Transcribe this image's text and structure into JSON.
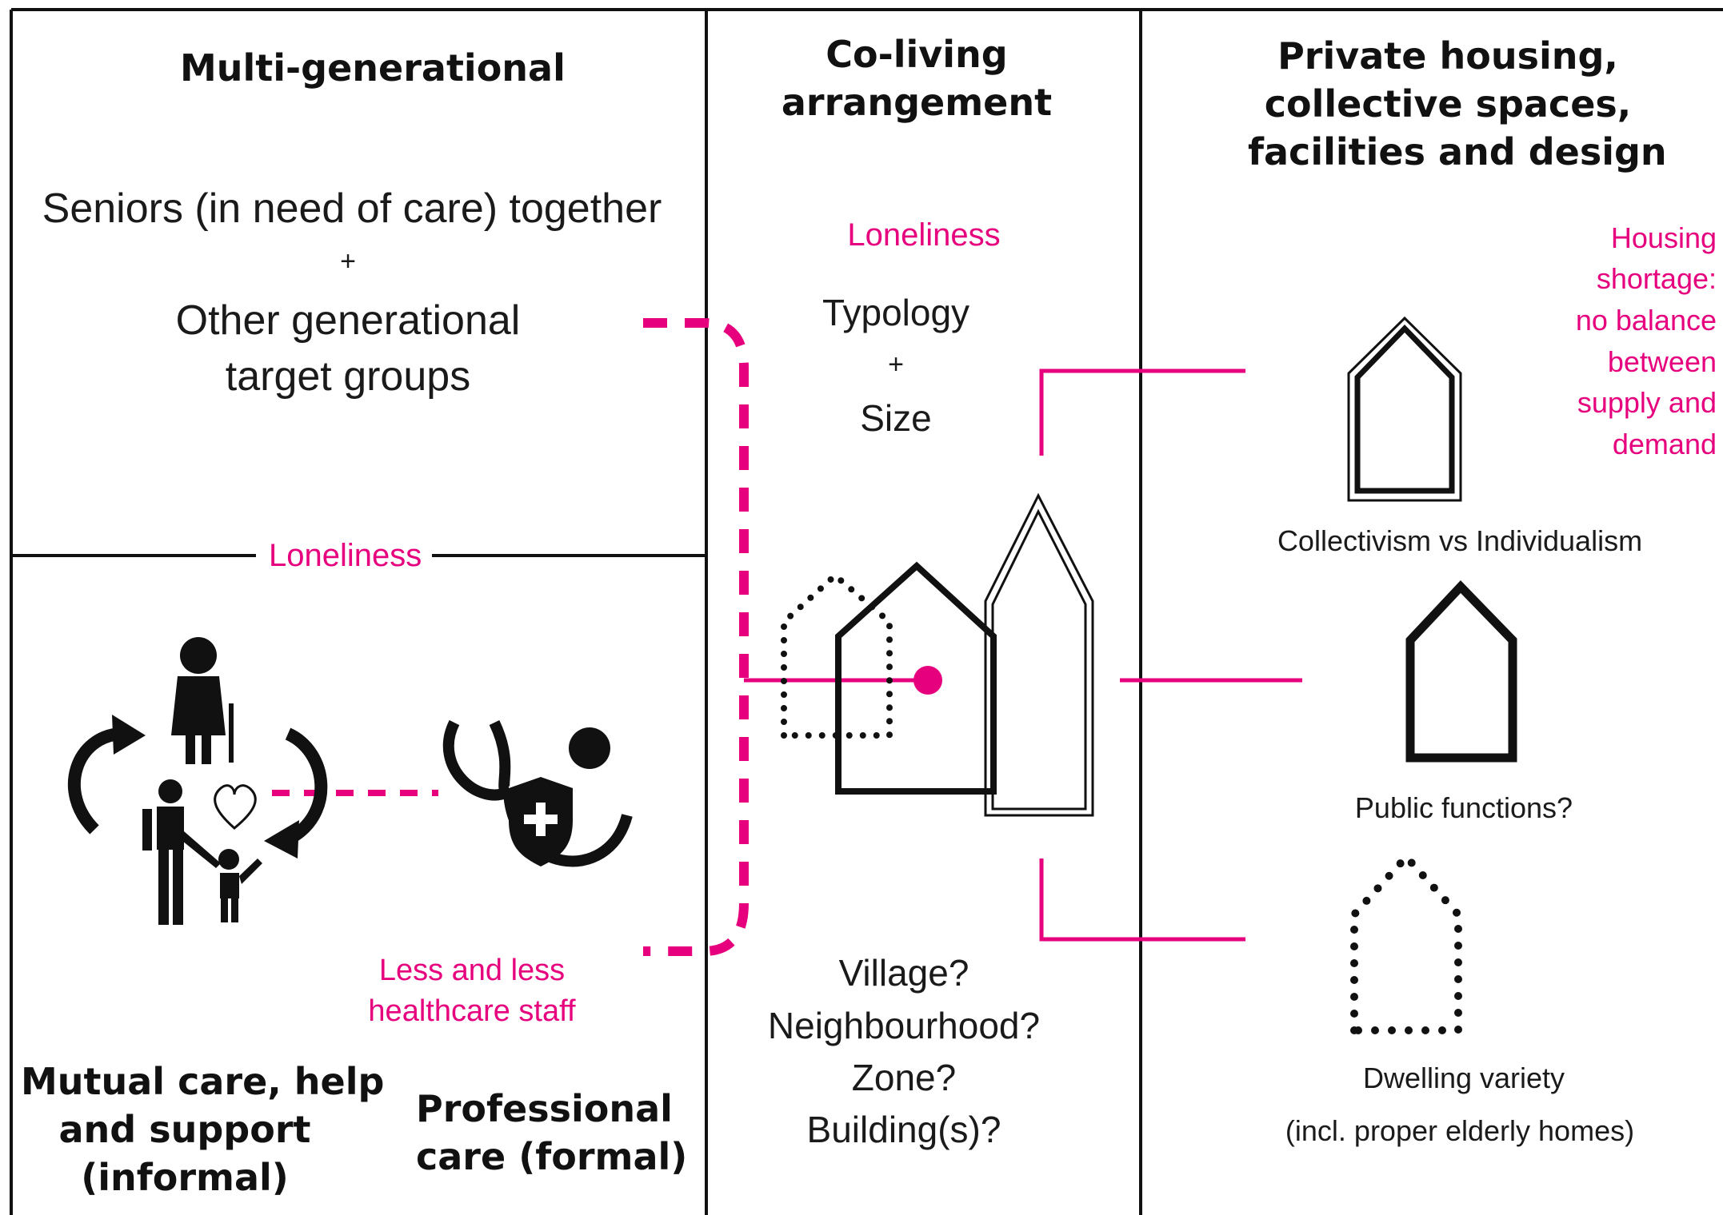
{
  "colors": {
    "accent": "#e6007e",
    "ink": "#111111",
    "background": "#ffffff"
  },
  "column1": {
    "heading": "Multi-generational",
    "line1": "Seniors (in need of care) together",
    "plus": "+",
    "line2": "Other generational",
    "line3": "target groups",
    "loneliness": "Loneliness",
    "staff_line1": "Less and less",
    "staff_line2": "healthcare staff",
    "informal_line1": "Mutual care, help",
    "informal_line2": "and support",
    "informal_line3": "(informal)",
    "formal_line1": "Professional",
    "formal_line2": "care (formal)",
    "icons": [
      "elderly-woman-icon",
      "family-icon",
      "heart-icon",
      "cycle-arrows-icon",
      "stethoscope-icon",
      "medical-shield-icon"
    ]
  },
  "column2": {
    "heading_line1": "Co-living",
    "heading_line2": "arrangement",
    "loneliness": "Loneliness",
    "typology": "Typology",
    "plus": "+",
    "size": "Size",
    "q1": "Village?",
    "q2": "Neighbourhood?",
    "q3": "Zone?",
    "q4": "Building(s)?"
  },
  "column3": {
    "heading_line1": "Private housing,",
    "heading_line2": "collective spaces,",
    "heading_line3": "facilities and design",
    "shortage": [
      "Housing",
      "shortage:",
      "no balance",
      "between",
      "supply and",
      "demand"
    ],
    "collectivism": "Collectivism vs Individualism",
    "public": "Public functions?",
    "variety_line1": "Dwelling variety",
    "variety_line2": "(incl. proper elderly homes)"
  }
}
